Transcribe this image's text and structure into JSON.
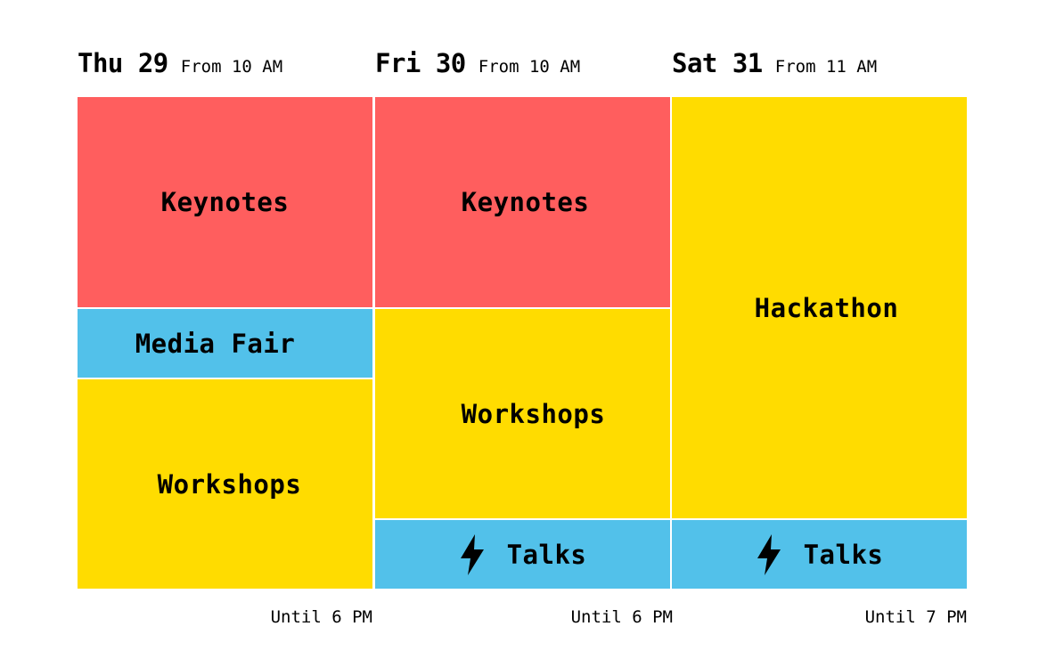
{
  "colors": {
    "keynote": "#FF5E5E",
    "workshop": "#FFDC00",
    "blue": "#52C1EA"
  },
  "days": [
    {
      "name": "Thu 29",
      "from": "From 10 AM",
      "until": "Until 6 PM",
      "blocks": [
        {
          "label": "Keynotes",
          "type": "keynote"
        },
        {
          "label": "Media Fair",
          "type": "blue"
        },
        {
          "label": "Workshops",
          "type": "workshop"
        }
      ]
    },
    {
      "name": "Fri 30",
      "from": "From 10 AM",
      "until": "Until 6 PM",
      "blocks": [
        {
          "label": "Keynotes",
          "type": "keynote"
        },
        {
          "label": "Workshops",
          "type": "workshop"
        },
        {
          "label": "Talks",
          "type": "blue",
          "icon": "lightning-bolt-icon"
        }
      ]
    },
    {
      "name": "Sat 31",
      "from": "From 11 AM",
      "until": "Until 7 PM",
      "blocks": [
        {
          "label": "Hackathon",
          "type": "workshop"
        },
        {
          "label": "Talks",
          "type": "blue",
          "icon": "lightning-bolt-icon"
        }
      ]
    }
  ]
}
